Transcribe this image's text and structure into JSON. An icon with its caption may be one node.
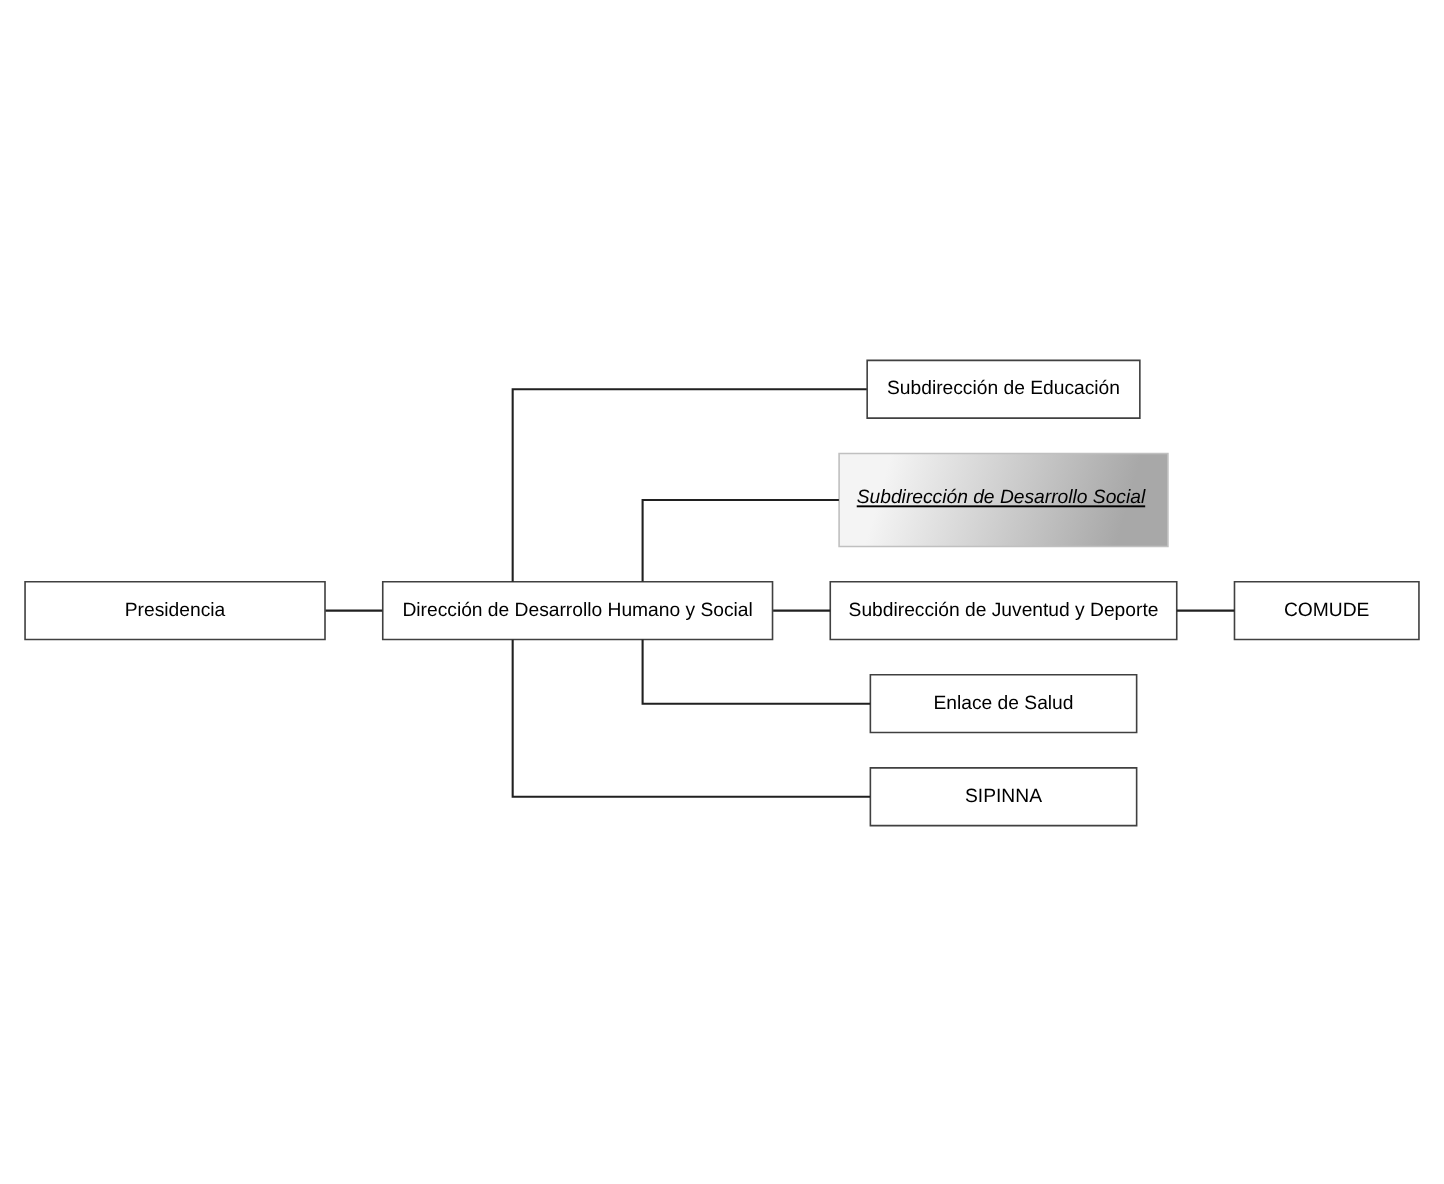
{
  "diagram": {
    "nodes": [
      {
        "text": [
          "Presidencia"
        ]
      },
      {
        "text": [
          "Dirección de Desarrollo Humano y Social"
        ]
      },
      {
        "text": [
          "Subdirección de Educación"
        ]
      },
      {
        "text": [
          "Subdirección de Desarrollo Social"
        ]
      },
      {
        "text": [
          "COMUDE"
        ]
      },
      {
        "text": [
          "Subdirección de Juventud y Deporte"
        ]
      },
      {
        "text": [
          "Enlace de Salud"
        ]
      },
      {
        "text": [
          "SIPINNA"
        ]
      }
    ],
    "edges": [
      {
        "from": 0,
        "to": 1,
        "arrow": "none"
      },
      {
        "from": 1,
        "to": 2,
        "arrow": "none"
      },
      {
        "from": 1,
        "to": 3,
        "arrow": "none"
      },
      {
        "from": 1,
        "to": 5,
        "arrow": "none"
      },
      {
        "from": 1,
        "to": 6,
        "arrow": "none"
      },
      {
        "from": 1,
        "to": 7,
        "arrow": "none"
      },
      {
        "from": 5,
        "to": 4,
        "arrow": "none"
      }
    ]
  }
}
